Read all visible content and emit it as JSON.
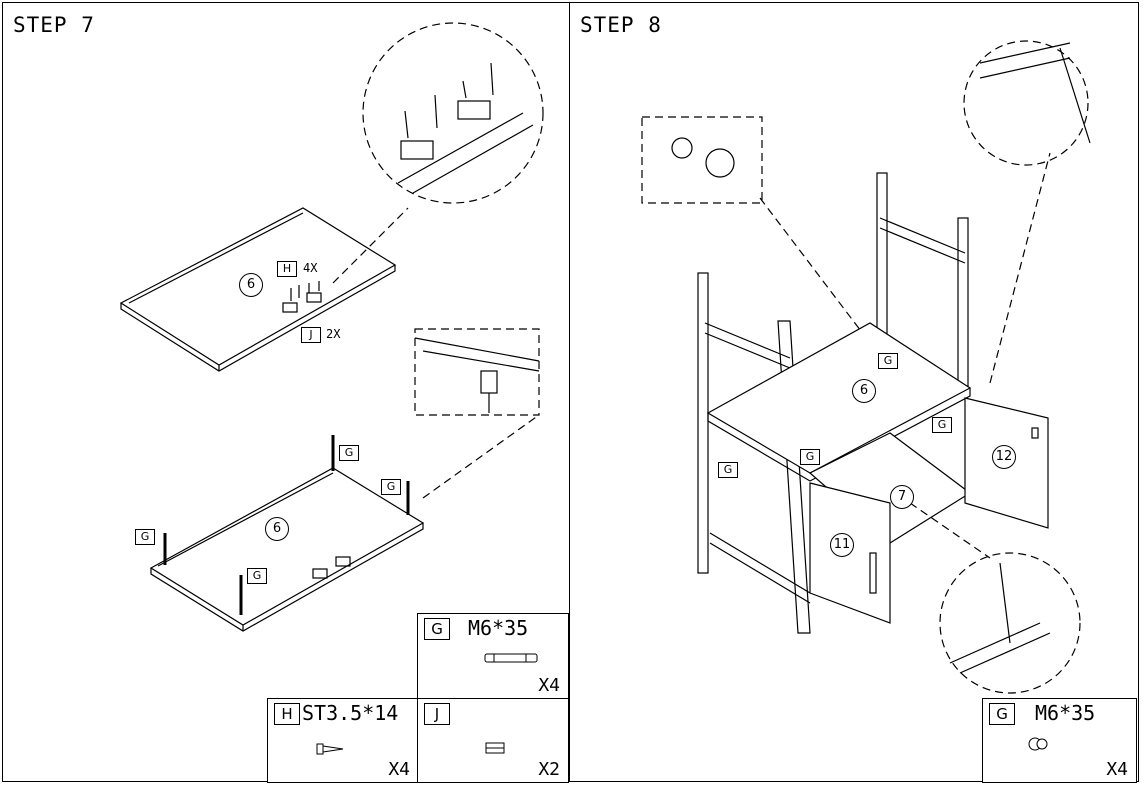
{
  "step7": {
    "title": "STEP 7",
    "labels": {
      "board_top": "6",
      "board_bottom": "6",
      "h_code": "H",
      "h_qty": "4X",
      "j_code": "J",
      "j_qty": "2X",
      "g": "G"
    },
    "parts": [
      {
        "code": "G",
        "spec": "M6*35",
        "qty": "X4"
      },
      {
        "code": "H",
        "spec": "ST3.5*14",
        "qty": "X4"
      },
      {
        "code": "J",
        "spec": "",
        "qty": "X2"
      }
    ]
  },
  "step8": {
    "title": "STEP 8",
    "labels": {
      "shelf": "6",
      "bottom": "7",
      "door_left": "11",
      "door_right": "12",
      "g": "G"
    },
    "parts": [
      {
        "code": "G",
        "spec": "M6*35",
        "qty": "X4"
      }
    ]
  }
}
